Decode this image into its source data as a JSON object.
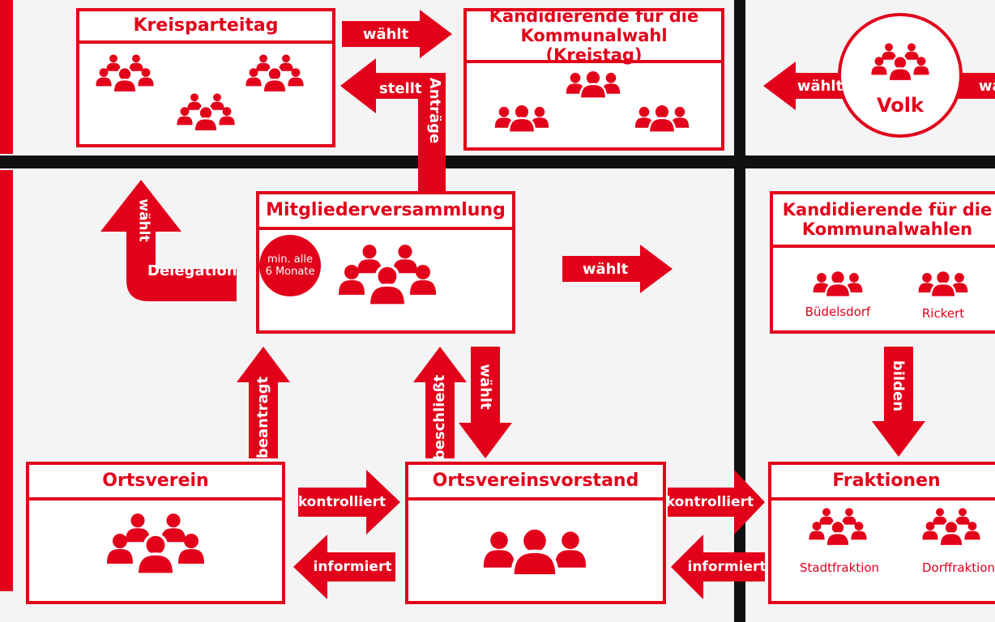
{
  "colors": {
    "red": "#e2001a",
    "black": "#111111",
    "white": "#ffffff"
  },
  "boxes": {
    "kreisparteitag": "Kreisparteitag",
    "kandidierende_kreistag": "Kandidierende für die Kommunalwahl (Kreistag)",
    "volk": "Volk",
    "mitgliederversammlung": "Mitgliederversammlung",
    "kandidierende_kommunal": "Kandidierende für die Kommunalwahlen",
    "ortsverein": "Ortsverein",
    "ortsvereinsvorstand": "Ortsvereinsvorstand",
    "fraktionen": "Fraktionen"
  },
  "badge": {
    "line1": "min. alle",
    "line2": "6 Monate"
  },
  "captions": {
    "buedelsdorf": "Büdelsdorf",
    "rickert": "Rickert",
    "stadtfraktion": "Stadtfraktion",
    "dorffraktion": "Dorffraktion"
  },
  "arrows": {
    "top_waehlt": "wählt",
    "stellt": "stellt",
    "antraege": "Anträge",
    "volk_waehlt_left": "wählt",
    "volk_waehlt_right": "wählt",
    "delegation_waehlt": "wählt",
    "delegation": "Delegation",
    "mv_waehlt": "wählt",
    "beantragt": "beantragt",
    "beschliesst": "beschließt",
    "vorstand_waehlt": "wählt",
    "bilden": "bilden",
    "kontrolliert_left": "kontrolliert",
    "informiert_left": "informiert",
    "kontrolliert_right": "kontrolliert",
    "informiert_right": "informiert"
  }
}
